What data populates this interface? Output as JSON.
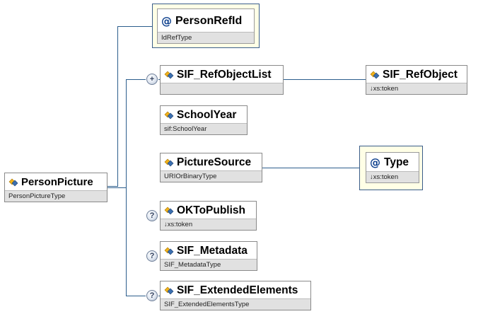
{
  "root": {
    "name": "PersonPicture",
    "type": "PersonPictureType"
  },
  "attributes": [
    {
      "name": "PersonRefId",
      "type": "IdRefType"
    }
  ],
  "children": [
    {
      "name": "SIF_RefObjectList",
      "type": "",
      "badge": "+"
    },
    {
      "name": "SchoolYear",
      "type": "sif:SchoolYear"
    },
    {
      "name": "PictureSource",
      "type": "URIOrBinaryType"
    },
    {
      "name": "OKToPublish",
      "type": "↓xs:token",
      "badge": "?"
    },
    {
      "name": "SIF_Metadata",
      "type": "SIF_MetadataType",
      "badge": "?"
    },
    {
      "name": "SIF_ExtendedElements",
      "type": "SIF_ExtendedElementsType",
      "badge": "?"
    }
  ],
  "sub_elements": [
    {
      "name": "SIF_RefObject",
      "type": "↓xs:token"
    }
  ],
  "sub_attributes": [
    {
      "name": "Type",
      "type": "↓xs:token"
    }
  ],
  "colors": {
    "connector": "#2b5d8c",
    "attribute_background": "#ffffe6",
    "type_band": "#e1e1e1"
  }
}
